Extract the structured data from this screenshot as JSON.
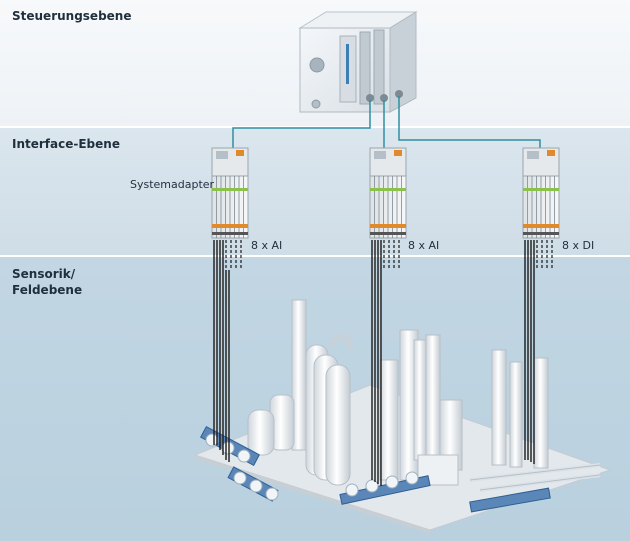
{
  "levels": {
    "control": "Steuerungsebene",
    "interface": "Interface-Ebene",
    "field_line1": "Sensorik/",
    "field_line2": "Feldebene"
  },
  "labels": {
    "system_adapter": "Systemadapter"
  },
  "nodes": [
    {
      "io": "8 x AI"
    },
    {
      "io": "8 x AI"
    },
    {
      "io": "8 x DI"
    }
  ],
  "colors": {
    "bus_line": "#2f8fa0",
    "cable": "#1a1a1a",
    "module_green": "#8bc34a",
    "module_orange": "#e08a2c"
  }
}
